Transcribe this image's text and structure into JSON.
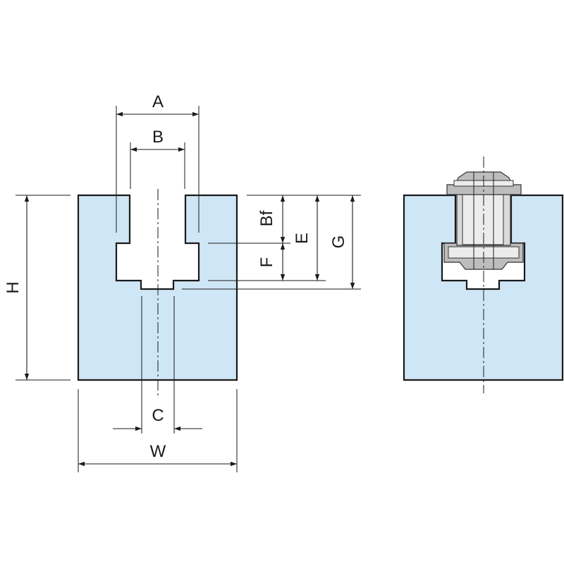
{
  "labels": {
    "A": "A",
    "B": "B",
    "C": "C",
    "W": "W",
    "H": "H",
    "Bf": "Bf",
    "E": "E",
    "F": "F",
    "G": "G"
  },
  "colors": {
    "block_fill": "#cfe6f7",
    "outline": "#1a1a1a",
    "bolt_fill": "#d9d9d9"
  }
}
